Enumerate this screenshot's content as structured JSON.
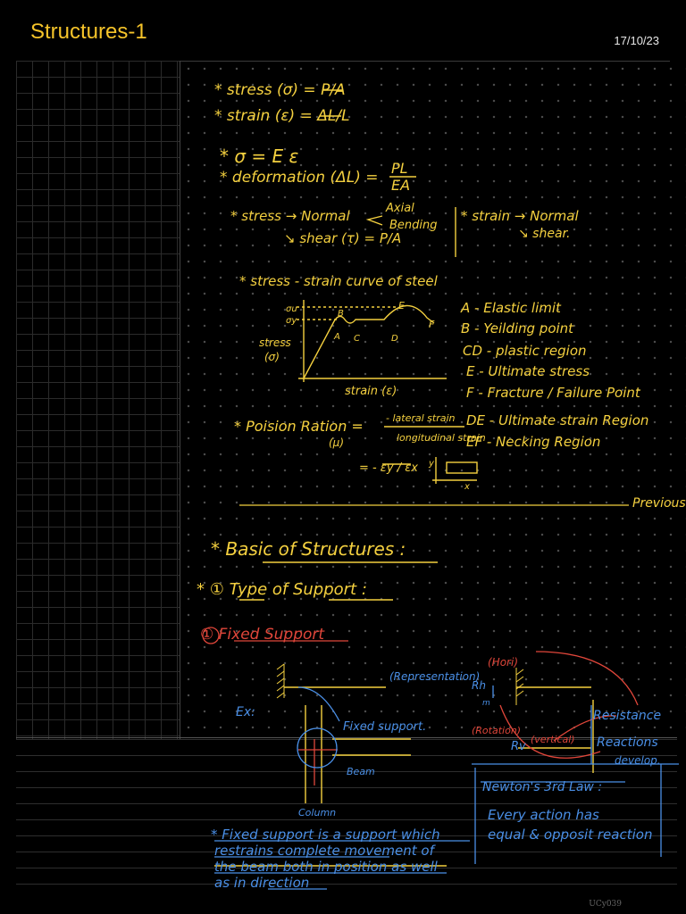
{
  "header": {
    "title": "Structures-1",
    "date": "17/10/23"
  },
  "notes": {
    "stress_formula": "* stress (σ) = P/A",
    "strain_formula": "* strain (ε) = ΔL/L",
    "hooke": "* σ = E ε",
    "deformation_lhs": "* deformation (ΔL) =",
    "deformation_num": "PL",
    "deformation_den": "EA",
    "stress_types": "* stress → Normal",
    "axial": "Axial",
    "bending": "Bending",
    "shear": "↘ shear (τ) = P/A",
    "strain_types": "* strain → Normal",
    "strain_shear": "↘ shear.",
    "curve_title": "* stress - strain curve of steel",
    "curve_stress_label": "stress",
    "curve_sigma": "(σ)",
    "curve_strain_label": "strain (ε)",
    "curve_points": [
      "σu",
      "σy",
      "B",
      "A",
      "C",
      "D",
      "E",
      "F"
    ],
    "legend": [
      "A - Elastic limit",
      "B - Yeilding point",
      "CD - plastic region",
      "E - Ultimate stress",
      "F - Fracture / Failure Point",
      "DE - Ultimate strain Region",
      "EF - Necking Region"
    ],
    "poisson_lhs": "* Poision Ration =",
    "poisson_mu": "(μ)",
    "poisson_num": "- lateral strain",
    "poisson_den": "longitudinal strain",
    "poisson_eq": "= - εy / εx",
    "axis_y": "y",
    "axis_x": "x",
    "previous": "Previous."
  },
  "section": {
    "heading": "* Basic of Structures :",
    "subheading": "* ① Type of Support :",
    "fixed": "① Fixed Support",
    "representation": "(Representation)",
    "hori": "(Hori)",
    "rotation": "(Rotation)",
    "vertical": "(vertical)",
    "rh": "Rh",
    "rv": "Rv",
    "m": "m",
    "ex": "Ex:",
    "fixed_support": "Fixed support.",
    "beam": "Beam",
    "column": "Column",
    "resistance": "Resistance",
    "reactions": "Reactions",
    "develop": "develop.",
    "newton_title": "Newton's 3rd Law :",
    "newton_line1": "Every action has",
    "newton_line2": "equal & opposit reaction",
    "def_line1": "* Fixed support is a support which",
    "def_line2": "restrains complete movement of",
    "def_line3": "the beam both in position as well",
    "def_line4": "as in direction"
  },
  "footer": {
    "id": "UCy039"
  },
  "colors": {
    "yellow": "#f4d03f",
    "red": "#e0463a",
    "blue": "#4a8fe6",
    "title": "#f6c42a"
  }
}
